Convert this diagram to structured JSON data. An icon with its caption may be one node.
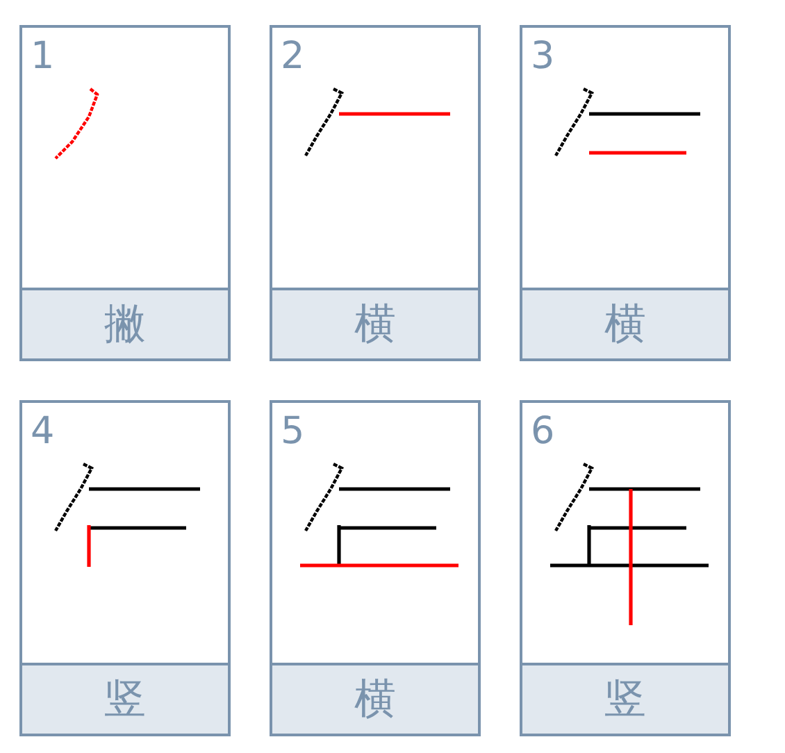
{
  "diagram": {
    "nodes": [
      {
        "text": [
          "1",
          "撇"
        ]
      },
      {
        "text": [
          "2",
          "横"
        ]
      },
      {
        "text": [
          "3",
          "横"
        ]
      },
      {
        "text": [
          "4",
          "竖"
        ]
      },
      {
        "text": [
          "5",
          "横"
        ]
      },
      {
        "text": [
          "6",
          "竖"
        ]
      }
    ]
  }
}
